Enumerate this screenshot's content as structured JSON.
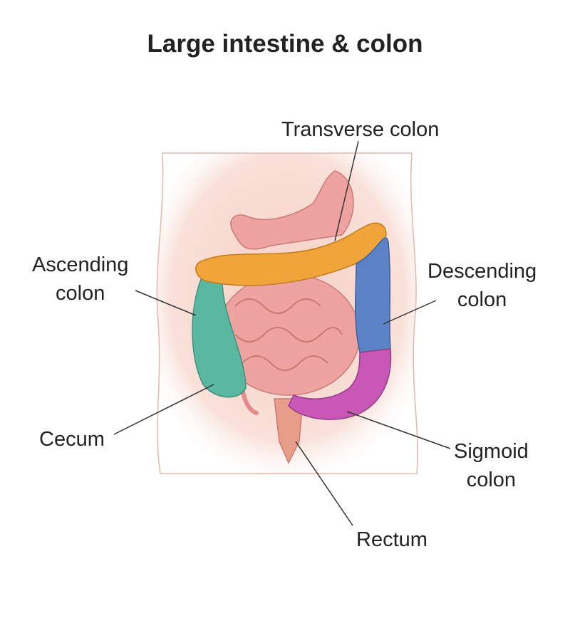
{
  "title": "Large intestine & colon",
  "labels": {
    "transverse": "Transverse colon",
    "ascending_1": "Ascending",
    "ascending_2": "colon",
    "descending_1": "Descending",
    "descending_2": "colon",
    "cecum": "Cecum",
    "sigmoid_1": "Sigmoid",
    "sigmoid_2": "colon",
    "rectum": "Rectum"
  },
  "colors": {
    "transverse": "#f0a43a",
    "ascending": "#5bb8a0",
    "descending": "#5b82c4",
    "sigmoid": "#c857b5",
    "small_intestine": "#eea3a0",
    "skin": "#f7d9cf"
  }
}
